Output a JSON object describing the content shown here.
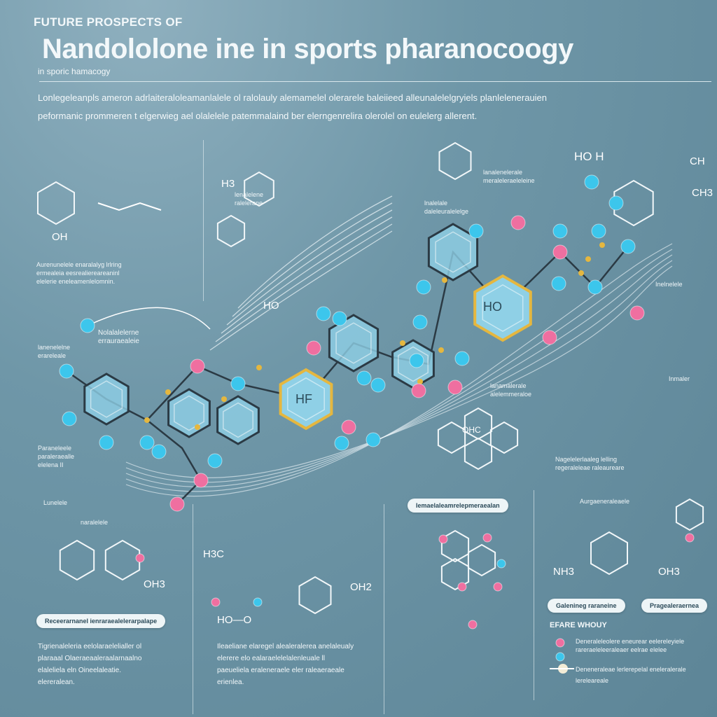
{
  "header": {
    "kicker": "FUTURE PROSPECTS OF",
    "title": "Nandololone ine in sports pharanocoogy",
    "subtitle": "in sporic hamacogy",
    "intro": [
      "Lonlegeleanpls ameron adrlaiteraloleamanlalele ol ralolauly alemamelel olerarele baleiieed alleunalelelgryiels planlelenerauien",
      "peformanic prommeren t  elgerwieg ael olalelele patemmalaind ber elerngenrelira olerolel on eulelerg allerent."
    ]
  },
  "atoms": {
    "ho_center": "HO",
    "hf_center": "HF",
    "h3c": "H3",
    "oh": "OH",
    "hoh": "HO H",
    "ch": "CH",
    "ch3": "CH3",
    "ho_small": "HO",
    "hc": "H3C",
    "ho_bottom": "HO—O",
    "ch3_bottom": "OH3",
    "oh_bottom": "OH2",
    "nh": "NH3",
    "oh3": "OH3",
    "ohc": "OHC"
  },
  "labels": [
    "Aurenunelele enaralalyg lrlring\nermealeia eesrealiereareaninl\nelelerie eneleamenlelomnin.",
    "Nolalalelerne\nerrauraealeie",
    "lanenelelne\nerareleale",
    "Paraneleele\nparaleraealle\nelelena II",
    "lnalelale\ndaleleuralelelge",
    "lanalenelerale\nmeraleleraeleleine",
    "lenalelene\nralelerane",
    "lanamalerale\nalelemmeraloe",
    "Nagelelerlaaleg lelling\nregeraleleae raleaureare",
    "Inmaler",
    "Lunelele",
    "naralelele",
    "Aurgaeneraleaele",
    "Inelnelele"
  ],
  "pills": {
    "left": "Receerarnanel ienraraealelerarpalape",
    "middle": "Iemaelaleamrelepmeraealan",
    "right1": "Galenineg raraneine",
    "right2": "Pragealeraernea"
  },
  "captions": {
    "left": [
      "Tigrienaleleria eelolaraelelialler ol",
      "plaraaal Olaeraeaaleraalarnaalno",
      "elaleliela eln Oineelaleatie.",
      "elereralean."
    ],
    "middle": [
      "Ileaeliane elaregel alealeralerea anelaleualy",
      "elerere elo ealaraelelelalenleuale ll",
      "paeueliela eraleneraele eler raleaeraeale",
      "erienlea."
    ]
  },
  "legend": {
    "title": "EFARE WHOUY",
    "items": [
      "Deneraleleolere eneurear eelereleyiele\nrareraeleleeraleaer eelrae elelee",
      "Deneneraleae lerlerepelal eneleralerale",
      "lereleareale"
    ]
  },
  "colors": {
    "pink": "#ef6fa0",
    "cyan": "#3cc6ec",
    "gold": "#e5b73f",
    "hexfill": "#8fd0e6"
  }
}
